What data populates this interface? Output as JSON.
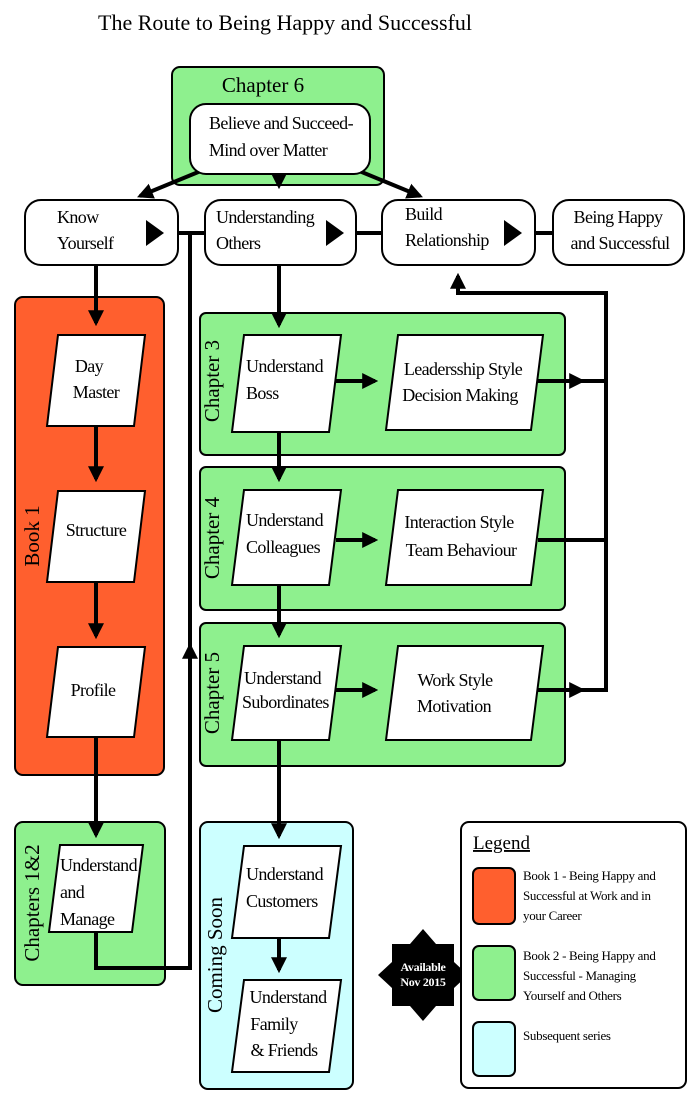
{
  "title": "The Route to Being Happy and Successful",
  "colors": {
    "book1": "#ff5f2e",
    "book2": "#8ef08e",
    "subsequent": "#ccffff",
    "badge": "#000000"
  },
  "top_chapter": {
    "label": "Chapter 6",
    "box": [
      "Believe  and Succeed-",
      "Mind over Matter"
    ]
  },
  "route": {
    "know_yourself": [
      "Know",
      "Yourself"
    ],
    "understanding_others": [
      "Understanding",
      "Others"
    ],
    "build_relationship": [
      "Build",
      "Relationship"
    ],
    "happy_successful": [
      "Being Happy",
      "and Successful"
    ]
  },
  "book1": {
    "label": "Book 1",
    "steps": {
      "day_master": [
        "Day",
        "Master"
      ],
      "structure": [
        "Structure"
      ],
      "profile": [
        "Profile"
      ]
    }
  },
  "chapters_1_2": {
    "label": "Chapters 1&2",
    "step": [
      "Understand",
      "and",
      "Manage"
    ]
  },
  "chapter3": {
    "label": "Chapter 3",
    "step": [
      "Understand",
      "Boss"
    ],
    "outcome": [
      "Leadersship Style",
      "Decision Making"
    ]
  },
  "chapter4": {
    "label": "Chapter 4",
    "step": [
      "Understand",
      "Colleagues"
    ],
    "outcome": [
      "Interaction Style",
      "Team Behaviour"
    ]
  },
  "chapter5": {
    "label": "Chapter 5",
    "step": [
      "Understand",
      "Subordinates"
    ],
    "outcome": [
      "Work Style",
      "Motivation"
    ]
  },
  "coming_soon": {
    "label": "Coming Soon",
    "steps": {
      "customers": [
        "Understand",
        "Customers"
      ],
      "family": [
        "Understand",
        "Family",
        "& Friends"
      ]
    }
  },
  "badge": [
    "Available",
    "Nov 2015"
  ],
  "legend": {
    "title": "Legend",
    "items": [
      {
        "lines": [
          "Book 1 - Being Happy and",
          "Successful at Work and in",
          "your Career"
        ]
      },
      {
        "lines": [
          "Book 2 - Being Happy and",
          "Successful  -  Managing",
          "Yourself and Others"
        ]
      },
      {
        "lines": [
          "Subsequent series"
        ]
      }
    ]
  }
}
